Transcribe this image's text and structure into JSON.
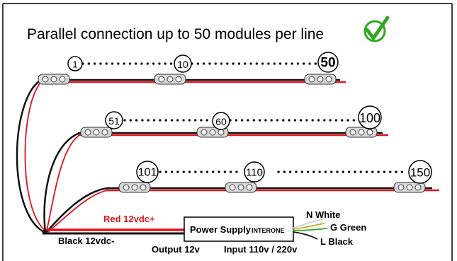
{
  "title": "Parallel connection up to 50 modules per line",
  "check_icon": "green-checkmark-icon",
  "colors": {
    "red_wire": "#e0141b",
    "black_wire": "#111111",
    "check_green": "#2ea81e",
    "frame": "#000000"
  },
  "rows": [
    {
      "labels": [
        "1",
        "10",
        "50"
      ]
    },
    {
      "labels": [
        "51",
        "60",
        "100"
      ]
    },
    {
      "labels": [
        "101",
        "110",
        "150"
      ]
    }
  ],
  "power_supply": {
    "label": "Power Supply",
    "brand": "INTERONE"
  },
  "labels": {
    "red": "Red 12vdc+",
    "black": "Black 12vdc-",
    "output": "Output 12v",
    "input": "Input 110v / 220v",
    "n_white": "N White",
    "g_green": "G Green",
    "l_black": "L Black"
  }
}
